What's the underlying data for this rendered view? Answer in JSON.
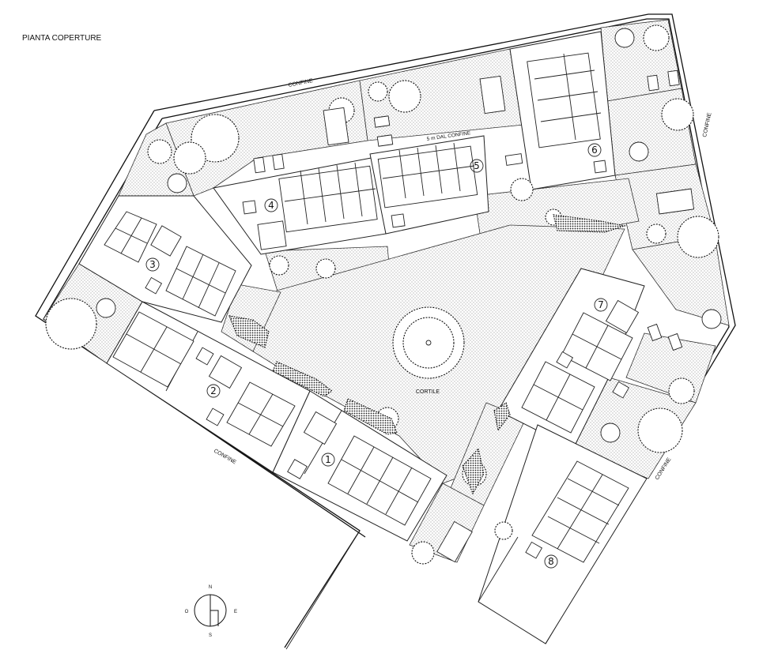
{
  "title": "PIANTA COPERTURE",
  "labels": {
    "confine_top": "CONFINE",
    "confine_right": "CONFINE",
    "confine_bottom": "CONFINE",
    "confine_br": "CONFINE",
    "offset": "5 m DAL CONFINE",
    "courtyard": "CORTILE"
  },
  "units": [
    "1",
    "2",
    "3",
    "4",
    "5",
    "6",
    "7",
    "8"
  ],
  "compass": {
    "n": "N",
    "s": "S",
    "e": "E",
    "o": "O"
  },
  "colors": {
    "line": "#111111",
    "fill": "#ffffff"
  }
}
